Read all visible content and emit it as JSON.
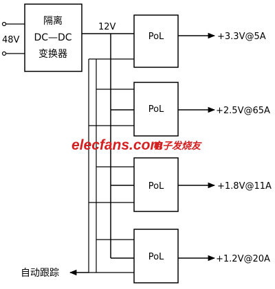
{
  "input": {
    "voltage_label": "48V"
  },
  "converter": {
    "lines": [
      "隔离",
      "DC—DC",
      "变换器"
    ]
  },
  "bus": {
    "label": "12V"
  },
  "pol_modules": [
    {
      "label": "PoL",
      "output": "+3.3V@5A"
    },
    {
      "label": "PoL",
      "output": "+2.5V@65A"
    },
    {
      "label": "PoL",
      "output": "+1.8V@11A"
    },
    {
      "label": "PoL",
      "output": "+1.2V@20A"
    }
  ],
  "tracking": {
    "label": "自动跟踪"
  },
  "watermark": {
    "brand": "elecfans.com",
    "cn": "电子发烧友"
  },
  "colors": {
    "line": "#000000",
    "watermark": "#d42020"
  }
}
